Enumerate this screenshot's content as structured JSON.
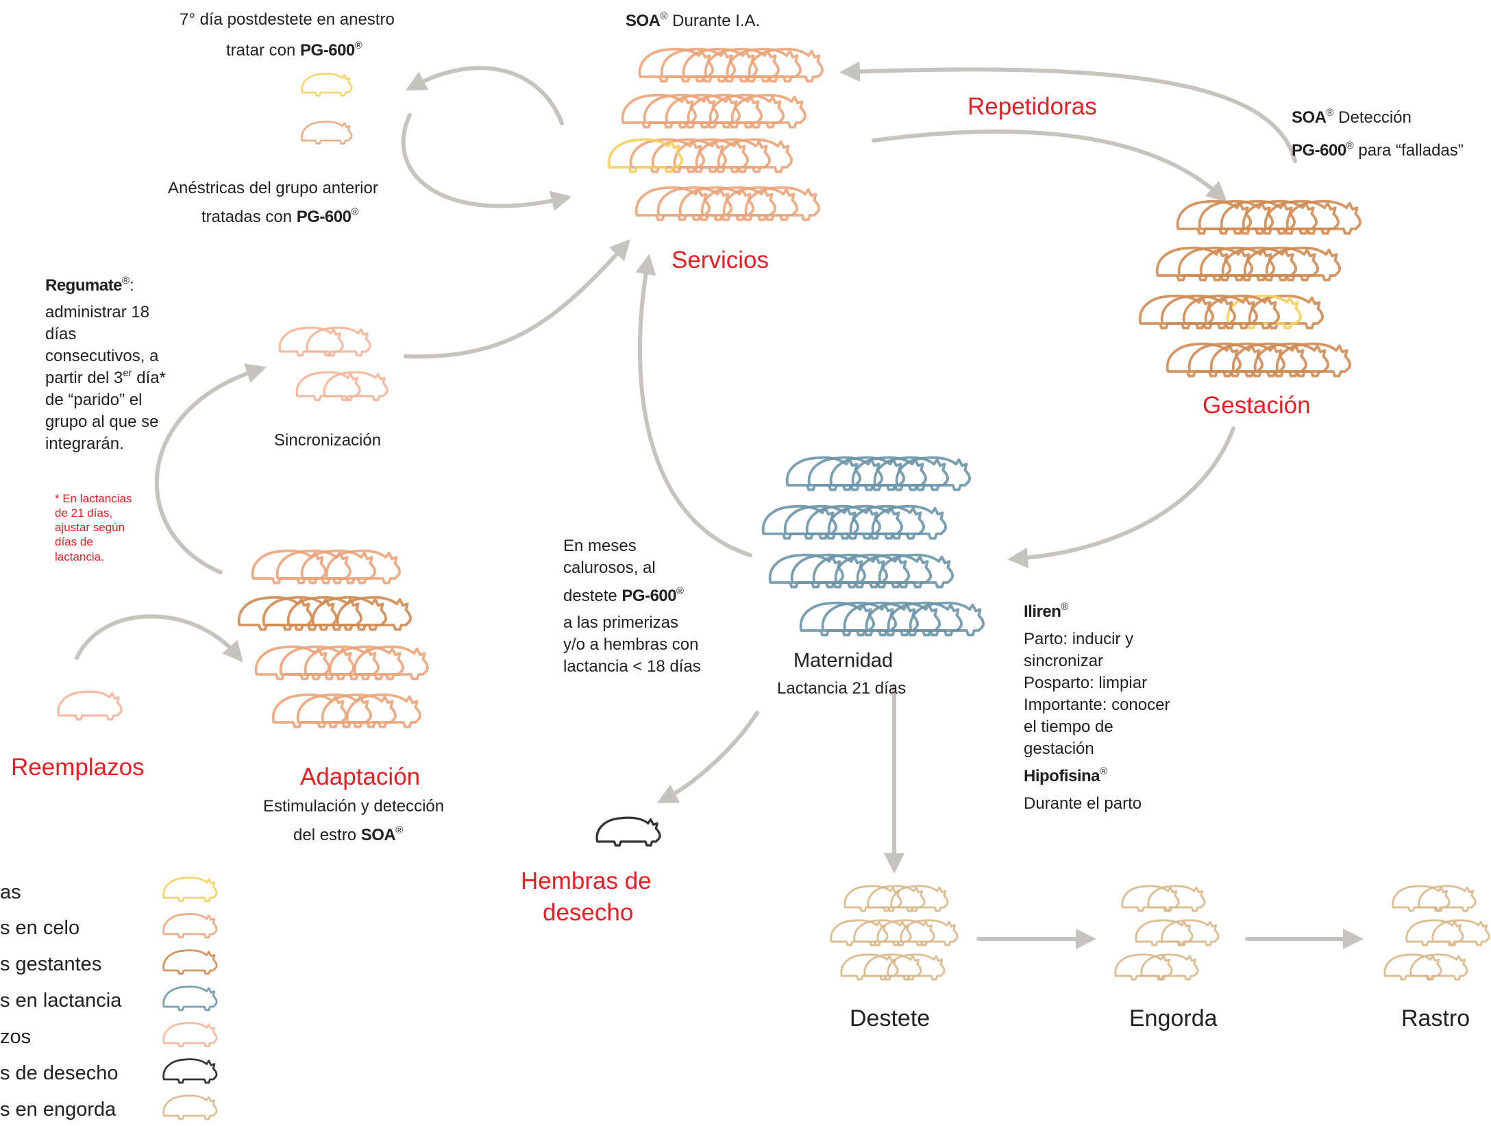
{
  "colors": {
    "arrow": "#c7c3bf",
    "label_red": "#ed1c24",
    "text": "#231f20",
    "legend": {
      "primerizas": "#f6cf5c",
      "celo": "#eaa47a",
      "gestantes": "#cf8b52",
      "lactancia": "#6b95a8",
      "reemplazos": "#f3b59a",
      "desecho": "#1f1f1f",
      "engorda": "#d8b889"
    }
  },
  "products": {
    "pg600": "PG-600",
    "soa": "SOA",
    "reg": "®",
    "regumate": "Regumate",
    "iliren": "Iliren",
    "hipofisina": "Hipofisina"
  },
  "top": {
    "anestro_line1": "7° día postdestete en anestro",
    "anestro_line2_pre": "tratar con ",
    "anestricas_line1": "Anéstricas del grupo anterior",
    "anestricas_line2_pre": "tratadas con ",
    "soa_ia": " Durante I.A."
  },
  "nodes": {
    "servicios": "Servicios",
    "repetidoras": "Repetidoras",
    "gestacion": "Gestación",
    "sincronizacion": "Sincronización",
    "maternidad": "Maternidad",
    "maternidad_sub": "Lactancia 21 días",
    "adaptacion": "Adaptación",
    "adaptacion_sub1": "Estimulación y detección",
    "adaptacion_sub2_pre": "del estro ",
    "reemplazos": "Reemplazos",
    "hembras_desecho_1": "Hembras de",
    "hembras_desecho_2": "desecho",
    "destete": "Destete",
    "engorda": "Engorda",
    "rastro": "Rastro"
  },
  "gestacion_notes": {
    "soa_deteccion": " Detección",
    "pg_falladas": " para “falladas”"
  },
  "regumate_note": {
    "colon": ":",
    "l1": "administrar 18",
    "l2": "días",
    "l3": "consecutivos, a",
    "l4_pre": "partir del 3",
    "l4_sup": "er",
    "l4_post": " día*",
    "l5": "de “parido” el",
    "l6": "grupo al que se",
    "l7": "integrarán."
  },
  "lactancia_note": {
    "l1": "* En lactancias",
    "l2": "de 21 días,",
    "l3": "ajustar según",
    "l4": "días de",
    "l5": "lactancia."
  },
  "calurosos": {
    "l1": "En meses",
    "l2": "calurosos, al",
    "l3_pre": "destete ",
    "l4": "a las primerizas",
    "l5": "y/o a hembras con",
    "l6": "lactancia < 18 días"
  },
  "iliren_note": {
    "l1": "Parto: inducir y",
    "l2": "sincronizar",
    "l3": "Posparto: limpiar",
    "l4": "Importante: conocer",
    "l5": "el tiempo de",
    "l6": "gestación",
    "hipofisina_text": "Durante el parto"
  },
  "legend": [
    {
      "label": "as",
      "color": "primerizas"
    },
    {
      "label": "s en celo",
      "color": "celo"
    },
    {
      "label": "s gestantes",
      "color": "gestantes"
    },
    {
      "label": "s en lactancia",
      "color": "lactancia"
    },
    {
      "label": "zos",
      "color": "reemplazos"
    },
    {
      "label": "s de desecho",
      "color": "desecho"
    },
    {
      "label": "s en engorda",
      "color": "engorda"
    }
  ]
}
